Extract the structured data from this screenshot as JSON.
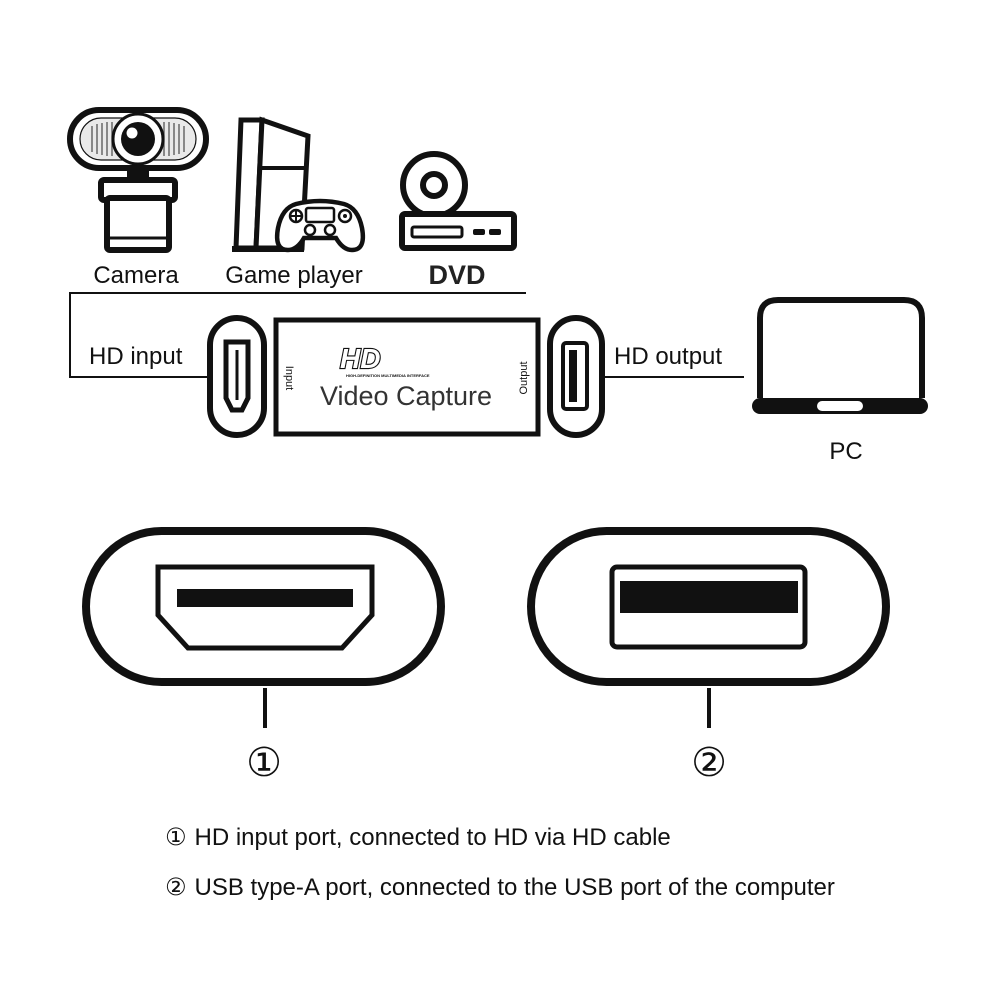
{
  "devices": {
    "camera_label": "Camera",
    "game_player_label": "Game player",
    "dvd_label": "DVD",
    "pc_label": "PC"
  },
  "connections": {
    "input_label": "HD input",
    "output_label": "HD output"
  },
  "capture_device": {
    "logo": "HD",
    "logo_subtitle": "HIGH-DEFINITION MULTIMEDIA INTERFACE",
    "title": "Video Capture",
    "left_side_label": "Input",
    "right_side_label": "Output"
  },
  "ports": [
    {
      "number": "①",
      "name": "hd-input-port"
    },
    {
      "number": "②",
      "name": "usb-type-a-port"
    }
  ],
  "legend": [
    {
      "number": "①",
      "text": "HD input port, connected to HD via HD cable"
    },
    {
      "number": "②",
      "text": "USB type-A port, connected to the USB port of the computer"
    }
  ]
}
